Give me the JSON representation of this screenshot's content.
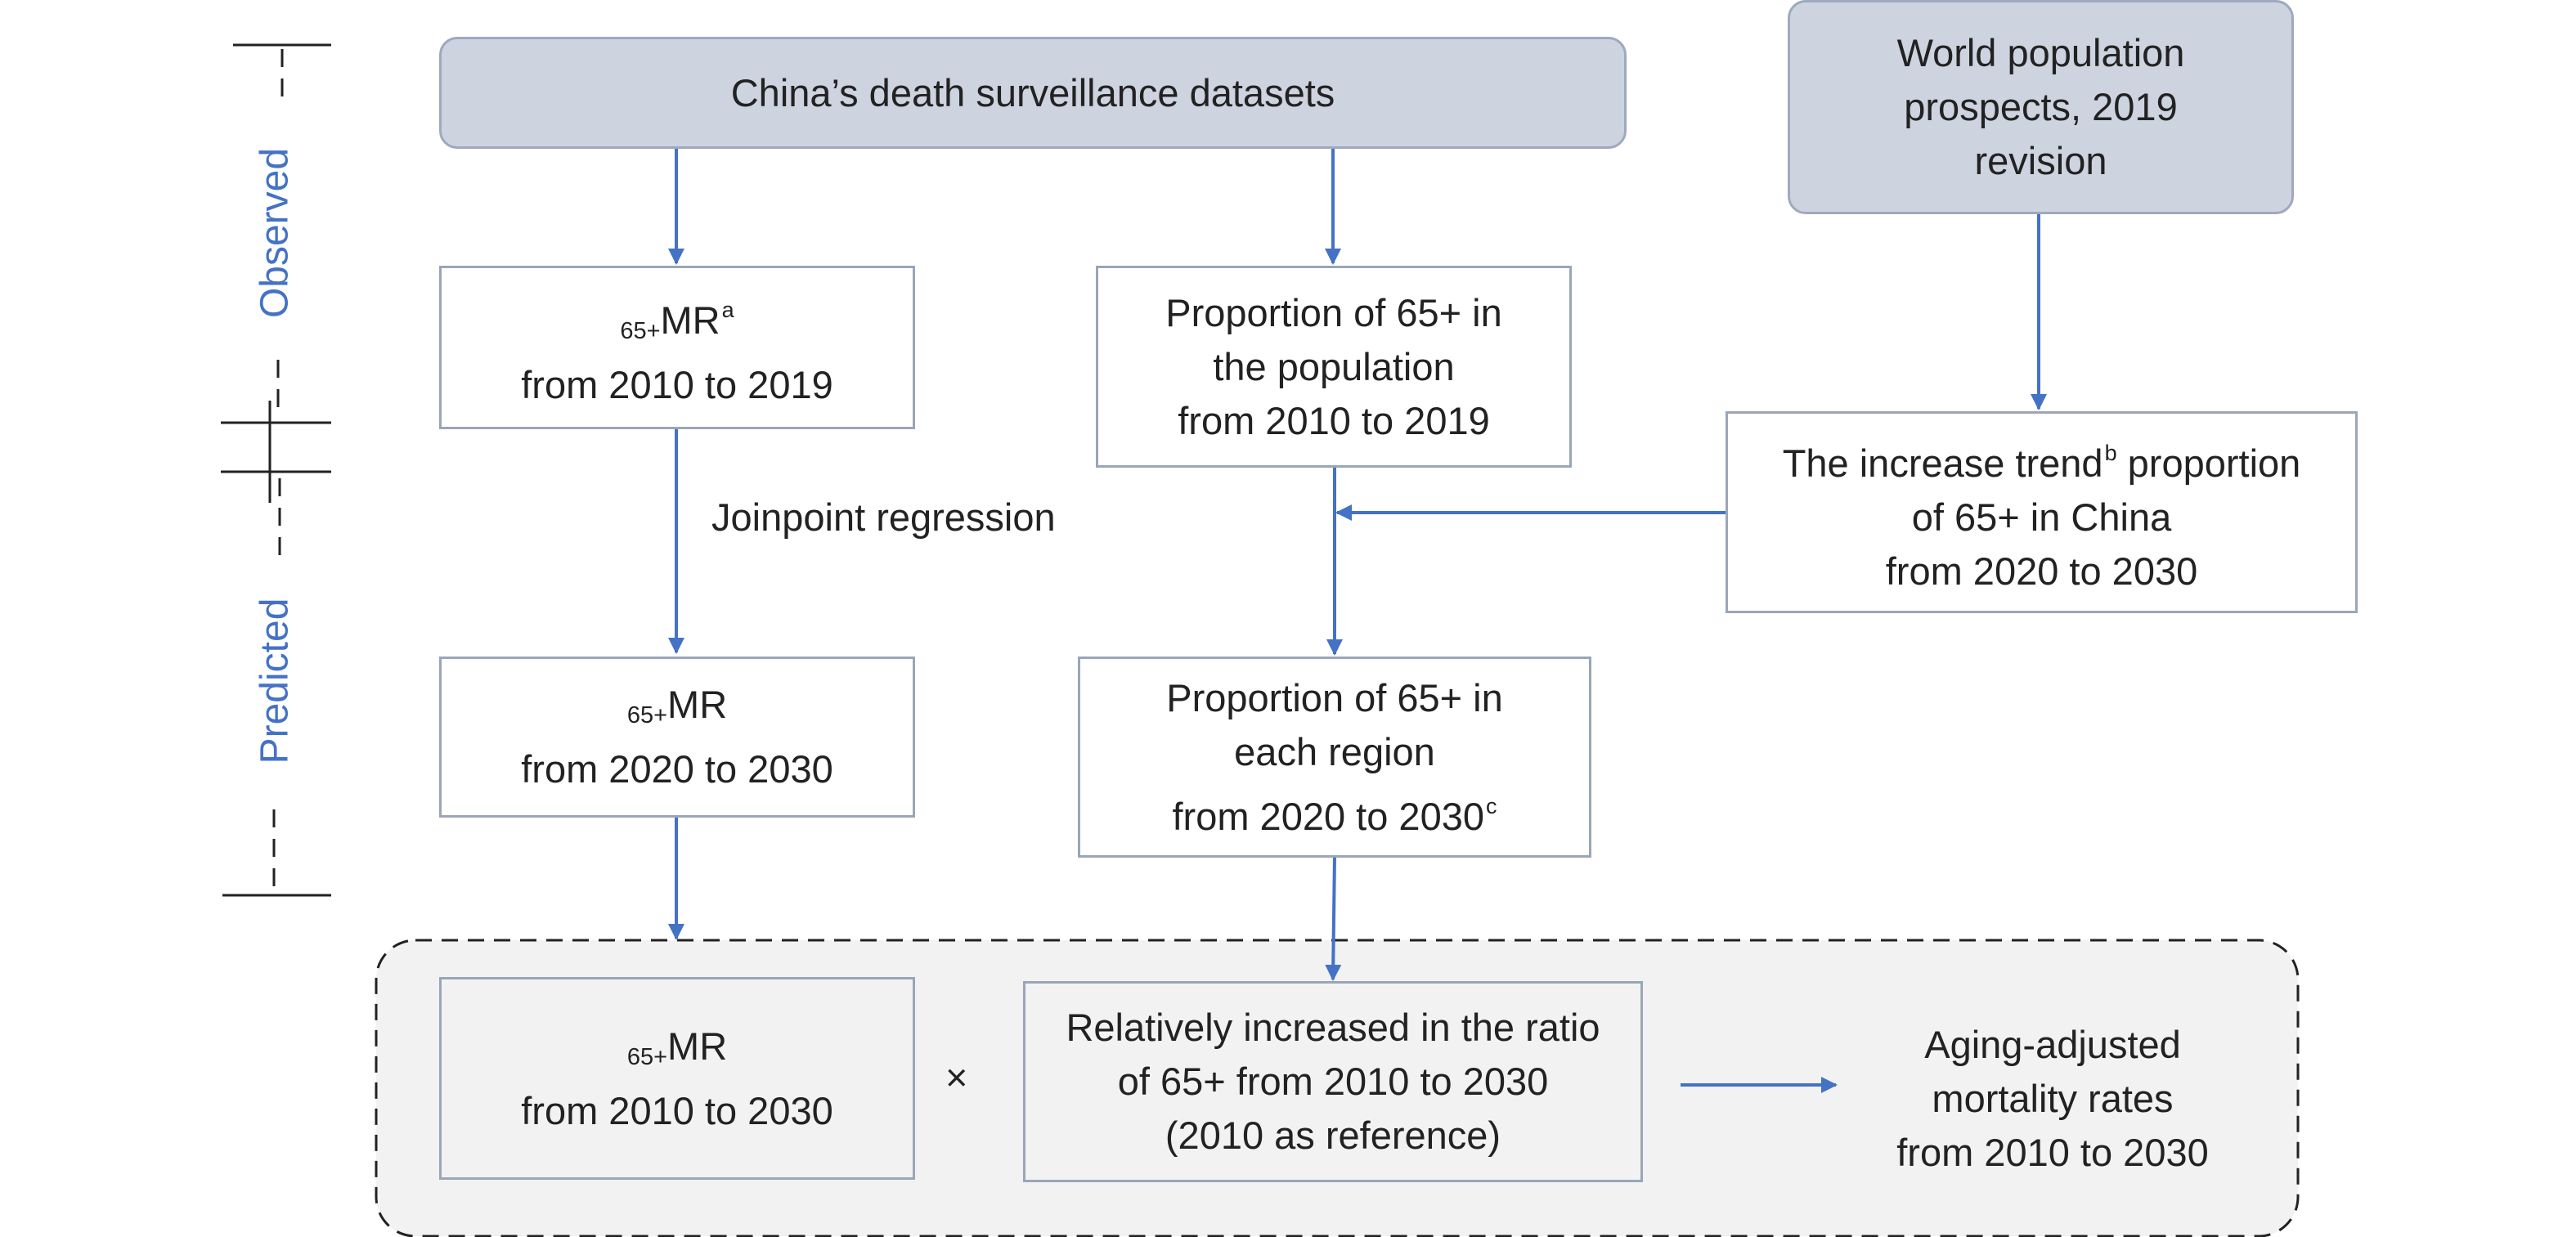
{
  "phases": {
    "observed": "Observed",
    "predicted": "Predicted"
  },
  "sources": {
    "china": "China’s death surveillance datasets",
    "world": [
      "World population",
      "prospects, 2019",
      "revision"
    ]
  },
  "observed_row": {
    "mr_label": "MR",
    "mr_sub": "65+",
    "mr_sup": "a",
    "mr_range": "from 2010 to 2019",
    "proportion": [
      "Proportion of  65+ in",
      "the population",
      "from 2010 to 2019"
    ],
    "trend_pre": "The increase trend",
    "trend_sup": "b",
    "trend_post": " proportion",
    "trend_lines": [
      "of  65+ in China",
      "from 2020 to 2030"
    ]
  },
  "regression_label": "Joinpoint regression",
  "predicted_row": {
    "mr_label": "MR",
    "mr_sub": "65+",
    "mr_range": "from 2020 to 2030",
    "region_lines": [
      "Proportion  of  65+ in",
      "each region"
    ],
    "region_range": "from 2020 to 2030",
    "region_sup": "c"
  },
  "result_row": {
    "mr_label": "MR",
    "mr_sub": "65+",
    "mr_range": "from 2010 to 2030",
    "multiply": "×",
    "ratio": [
      "Relatively increased in the ratio",
      "of  65+ from 2010 to 2030",
      "(2010 as reference)"
    ],
    "output": [
      "Aging-adjusted",
      "mortality rates",
      "from 2010 to 2030"
    ]
  },
  "colors": {
    "arrow": "#4472c4",
    "phase_text": "#4472c4",
    "source_fill": "#cdd3df",
    "result_fill": "#f2f2f2"
  }
}
